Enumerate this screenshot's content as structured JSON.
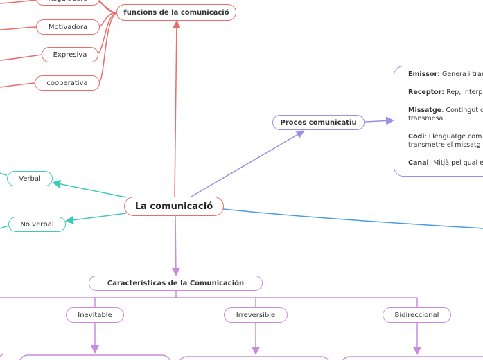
{
  "central": "La comunicació",
  "functions": {
    "title": "funcions de la comunicació",
    "items": [
      "Reguladora",
      "Motivadora",
      "Expresiva",
      "cooperativa"
    ]
  },
  "types": [
    "Verbal",
    "No verbal"
  ],
  "process": {
    "title": "Proces comunicatiu",
    "lines": [
      {
        "term": "Emissor:",
        "text": " Genera i tran"
      },
      {
        "term": "Receptor:",
        "text": " Rep, interpr"
      },
      {
        "term": "Missatge",
        "text": ": Contingut d"
      },
      {
        "term": "",
        "text": "transmesa."
      },
      {
        "term": "Codi",
        "text": ": Llenguatge com"
      },
      {
        "term": "",
        "text": "transmetre el missatg"
      },
      {
        "term": "Canal",
        "text": ": Mitjà pel qual e"
      }
    ]
  },
  "characteristics": {
    "title": "Características de la Comunicación",
    "items": [
      "Inevitable",
      "Irreversible",
      "Bidireccional"
    ]
  },
  "colors": {
    "red": "#ec6b6b",
    "purple": "#c98be0",
    "lavender": "#9d8de6",
    "teal": "#3fc9b8",
    "blue": "#4a9de0"
  }
}
